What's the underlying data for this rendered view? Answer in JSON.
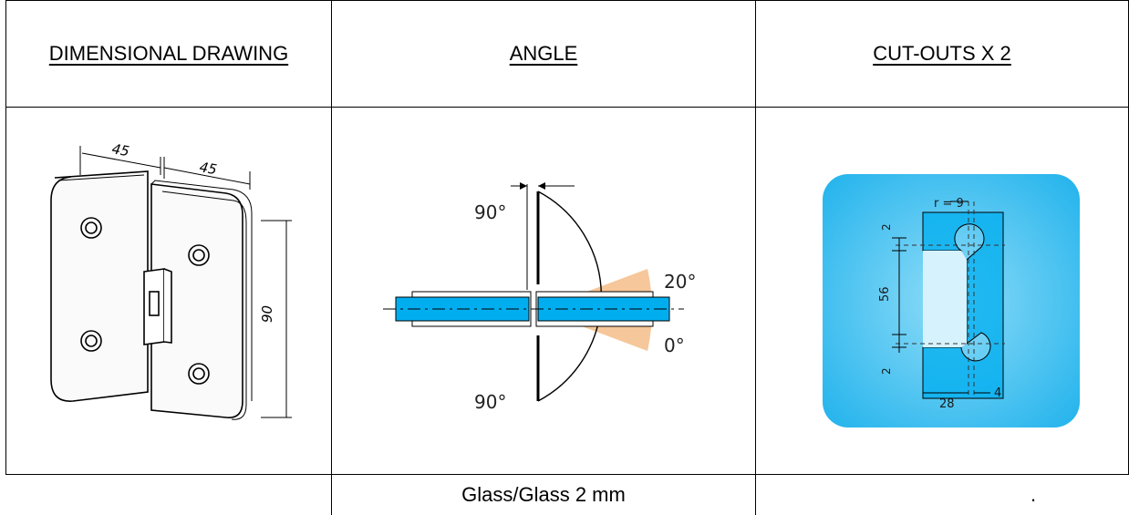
{
  "headers": {
    "dimensional": "DIMENSIONAL DRAWING",
    "angle": "ANGLE",
    "cutouts": "CUT-OUTS X 2"
  },
  "dimensional_drawing": {
    "width_left": "45",
    "width_right": "45",
    "height": "90"
  },
  "angle_drawing": {
    "top": "90°",
    "bottom": "90°",
    "upper": "20°",
    "lower": "0°"
  },
  "cutout_drawing": {
    "radius": "r = 9",
    "top_gap": "2",
    "middle": "56",
    "bottom_gap": "2",
    "depth": "28",
    "offset": "4"
  },
  "footer": {
    "middle": "Glass/Glass 2 mm",
    "right": "."
  },
  "colors": {
    "glass_blue": "#00aeef",
    "cutout_bg": "#38bdf0",
    "angle_fill": "#f6c79a"
  }
}
